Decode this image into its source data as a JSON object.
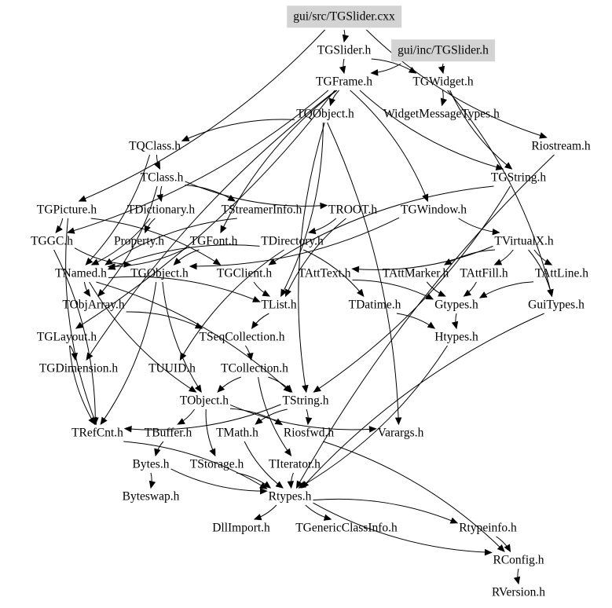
{
  "diagram": {
    "title": "gui/src/TGSlider.cxx include dependency graph",
    "colors": {
      "root_fill": "#d3d3d3",
      "edge": "#000000",
      "background": "#ffffff"
    },
    "nodes": [
      {
        "id": "TGSlider.cxx",
        "label": "gui/src/TGSlider.cxx",
        "root": true
      },
      {
        "id": "TGSlider.h",
        "label": "TGSlider.h"
      },
      {
        "id": "inc/TGSlider.h",
        "label": "gui/inc/TGSlider.h",
        "root": true
      },
      {
        "id": "TGFrame.h",
        "label": "TGFrame.h"
      },
      {
        "id": "TGWidget.h",
        "label": "TGWidget.h"
      },
      {
        "id": "TQObject.h",
        "label": "TQObject.h"
      },
      {
        "id": "WidgetMessageTypes.h",
        "label": "WidgetMessageTypes.h"
      },
      {
        "id": "TQClass.h",
        "label": "TQClass.h"
      },
      {
        "id": "Riostream.h",
        "label": "Riostream.h"
      },
      {
        "id": "TClass.h",
        "label": "TClass.h"
      },
      {
        "id": "TGString.h",
        "label": "TGString.h"
      },
      {
        "id": "TGPicture.h",
        "label": "TGPicture.h"
      },
      {
        "id": "TDictionary.h",
        "label": "TDictionary.h"
      },
      {
        "id": "TStreamerInfo.h",
        "label": "TStreamerInfo.h"
      },
      {
        "id": "TROOT.h",
        "label": "TROOT.h"
      },
      {
        "id": "TGWindow.h",
        "label": "TGWindow.h"
      },
      {
        "id": "TGGC.h",
        "label": "TGGC.h"
      },
      {
        "id": "Property.h",
        "label": "Property.h"
      },
      {
        "id": "TGFont.h",
        "label": "TGFont.h"
      },
      {
        "id": "TDirectory.h",
        "label": "TDirectory.h"
      },
      {
        "id": "TVirtualX.h",
        "label": "TVirtualX.h"
      },
      {
        "id": "TNamed.h",
        "label": "TNamed.h"
      },
      {
        "id": "TGObject.h",
        "label": "TGObject.h"
      },
      {
        "id": "TGClient.h",
        "label": "TGClient.h"
      },
      {
        "id": "TAttText.h",
        "label": "TAttText.h"
      },
      {
        "id": "TAttMarker.h",
        "label": "TAttMarker.h"
      },
      {
        "id": "TAttFill.h",
        "label": "TAttFill.h"
      },
      {
        "id": "TAttLine.h",
        "label": "TAttLine.h"
      },
      {
        "id": "TObjArray.h",
        "label": "TObjArray.h"
      },
      {
        "id": "TList.h",
        "label": "TList.h"
      },
      {
        "id": "TDatime.h",
        "label": "TDatime.h"
      },
      {
        "id": "Gtypes.h",
        "label": "Gtypes.h"
      },
      {
        "id": "GuiTypes.h",
        "label": "GuiTypes.h"
      },
      {
        "id": "TGLayout.h",
        "label": "TGLayout.h"
      },
      {
        "id": "TSeqCollection.h",
        "label": "TSeqCollection.h"
      },
      {
        "id": "Htypes.h",
        "label": "Htypes.h"
      },
      {
        "id": "TGDimension.h",
        "label": "TGDimension.h"
      },
      {
        "id": "TUUID.h",
        "label": "TUUID.h"
      },
      {
        "id": "TCollection.h",
        "label": "TCollection.h"
      },
      {
        "id": "TObject.h",
        "label": "TObject.h"
      },
      {
        "id": "TString.h",
        "label": "TString.h"
      },
      {
        "id": "TRefCnt.h",
        "label": "TRefCnt.h"
      },
      {
        "id": "TBuffer.h",
        "label": "TBuffer.h"
      },
      {
        "id": "TMath.h",
        "label": "TMath.h"
      },
      {
        "id": "Riosfwd.h",
        "label": "Riosfwd.h"
      },
      {
        "id": "Varargs.h",
        "label": "Varargs.h"
      },
      {
        "id": "Bytes.h",
        "label": "Bytes.h"
      },
      {
        "id": "TStorage.h",
        "label": "TStorage.h"
      },
      {
        "id": "TIterator.h",
        "label": "TIterator.h"
      },
      {
        "id": "Byteswap.h",
        "label": "Byteswap.h"
      },
      {
        "id": "Rtypes.h",
        "label": "Rtypes.h"
      },
      {
        "id": "DllImport.h",
        "label": "DllImport.h"
      },
      {
        "id": "TGenericClassInfo.h",
        "label": "TGenericClassInfo.h"
      },
      {
        "id": "Rtypeinfo.h",
        "label": "Rtypeinfo.h"
      },
      {
        "id": "RConfig.h",
        "label": "RConfig.h"
      },
      {
        "id": "RVersion.h",
        "label": "RVersion.h"
      }
    ],
    "edges": [
      [
        "TGSlider.cxx",
        "TGSlider.h"
      ],
      [
        "TGSlider.cxx",
        "Riostream.h"
      ],
      [
        "TGSlider.cxx",
        "TGPicture.h"
      ],
      [
        "TGSlider.h",
        "TGFrame.h"
      ],
      [
        "TGSlider.h",
        "TGWidget.h"
      ],
      [
        "inc/TGSlider.h",
        "TGWidget.h"
      ],
      [
        "inc/TGSlider.h",
        "TGFrame.h"
      ],
      [
        "TGFrame.h",
        "TQObject.h"
      ],
      [
        "TGFrame.h",
        "TGWindow.h"
      ],
      [
        "TGFrame.h",
        "TGDimension.h"
      ],
      [
        "TGFrame.h",
        "TGGC.h"
      ],
      [
        "TGFrame.h",
        "TGFont.h"
      ],
      [
        "TGFrame.h",
        "TGLayout.h"
      ],
      [
        "TGFrame.h",
        "TGString.h"
      ],
      [
        "TGWidget.h",
        "WidgetMessageTypes.h"
      ],
      [
        "TGWidget.h",
        "TGString.h"
      ],
      [
        "TGWidget.h",
        "GuiTypes.h"
      ],
      [
        "TQObject.h",
        "TQClass.h"
      ],
      [
        "TQObject.h",
        "TList.h"
      ],
      [
        "TQObject.h",
        "TString.h"
      ],
      [
        "TQObject.h",
        "Varargs.h"
      ],
      [
        "TQClass.h",
        "TClass.h"
      ],
      [
        "TQClass.h",
        "TNamed.h"
      ],
      [
        "TClass.h",
        "TDictionary.h"
      ],
      [
        "TClass.h",
        "TStreamerInfo.h"
      ],
      [
        "TClass.h",
        "TROOT.h"
      ],
      [
        "TClass.h",
        "TObjArray.h"
      ],
      [
        "TDictionary.h",
        "Property.h"
      ],
      [
        "TDictionary.h",
        "TNamed.h"
      ],
      [
        "TStreamerInfo.h",
        "TNamed.h"
      ],
      [
        "TROOT.h",
        "TDirectory.h"
      ],
      [
        "TROOT.h",
        "TList.h"
      ],
      [
        "TGWindow.h",
        "TGObject.h"
      ],
      [
        "TGWindow.h",
        "TVirtualX.h"
      ],
      [
        "TGString.h",
        "TString.h"
      ],
      [
        "TGString.h",
        "TGClient.h"
      ],
      [
        "TGPicture.h",
        "TGGC.h"
      ],
      [
        "TGPicture.h",
        "TRefCnt.h"
      ],
      [
        "TGPicture.h",
        "TGClient.h"
      ],
      [
        "TGGC.h",
        "TGObject.h"
      ],
      [
        "TGGC.h",
        "TRefCnt.h"
      ],
      [
        "TGFont.h",
        "TGObject.h"
      ],
      [
        "TGFont.h",
        "TNamed.h"
      ],
      [
        "TDirectory.h",
        "TNamed.h"
      ],
      [
        "TDirectory.h",
        "TDatime.h"
      ],
      [
        "TDirectory.h",
        "TUUID.h"
      ],
      [
        "TVirtualX.h",
        "TAttText.h"
      ],
      [
        "TVirtualX.h",
        "TAttMarker.h"
      ],
      [
        "TVirtualX.h",
        "TAttFill.h"
      ],
      [
        "TVirtualX.h",
        "TAttLine.h"
      ],
      [
        "TVirtualX.h",
        "GuiTypes.h"
      ],
      [
        "TNamed.h",
        "TObjArray.h"
      ],
      [
        "TNamed.h",
        "TList.h"
      ],
      [
        "TNamed.h",
        "TObject.h"
      ],
      [
        "TNamed.h",
        "TString.h"
      ],
      [
        "TGObject.h",
        "TObject.h"
      ],
      [
        "TGObject.h",
        "TRefCnt.h"
      ],
      [
        "TGClient.h",
        "TList.h"
      ],
      [
        "TAttText.h",
        "Gtypes.h"
      ],
      [
        "TAttMarker.h",
        "Gtypes.h"
      ],
      [
        "TAttFill.h",
        "Gtypes.h"
      ],
      [
        "TAttLine.h",
        "Gtypes.h"
      ],
      [
        "TObjArray.h",
        "TSeqCollection.h"
      ],
      [
        "TList.h",
        "TSeqCollection.h"
      ],
      [
        "TDatime.h",
        "Htypes.h"
      ],
      [
        "Gtypes.h",
        "Htypes.h"
      ],
      [
        "TSeqCollection.h",
        "TCollection.h"
      ],
      [
        "TCollection.h",
        "TObject.h"
      ],
      [
        "TCollection.h",
        "TString.h"
      ],
      [
        "TCollection.h",
        "TIterator.h"
      ],
      [
        "TGLayout.h",
        "TGDimension.h"
      ],
      [
        "TGLayout.h",
        "TRefCnt.h"
      ],
      [
        "TObject.h",
        "TBuffer.h"
      ],
      [
        "TObject.h",
        "TStorage.h"
      ],
      [
        "TObject.h",
        "Riosfwd.h"
      ],
      [
        "TObject.h",
        "Varargs.h"
      ],
      [
        "TString.h",
        "TRefCnt.h"
      ],
      [
        "TString.h",
        "TMath.h"
      ],
      [
        "TString.h",
        "Riosfwd.h"
      ],
      [
        "TBuffer.h",
        "Bytes.h"
      ],
      [
        "Bytes.h",
        "Byteswap.h"
      ],
      [
        "Bytes.h",
        "Rtypes.h"
      ],
      [
        "TStorage.h",
        "Rtypes.h"
      ],
      [
        "TIterator.h",
        "Rtypes.h"
      ],
      [
        "TRefCnt.h",
        "Rtypes.h"
      ],
      [
        "TMath.h",
        "Rtypes.h"
      ],
      [
        "Riosfwd.h",
        "RConfig.h"
      ],
      [
        "GuiTypes.h",
        "Rtypes.h"
      ],
      [
        "Htypes.h",
        "Rtypes.h"
      ],
      [
        "Riostream.h",
        "Rtypes.h"
      ],
      [
        "Rtypes.h",
        "DllImport.h"
      ],
      [
        "Rtypes.h",
        "TGenericClassInfo.h"
      ],
      [
        "Rtypes.h",
        "Rtypeinfo.h"
      ],
      [
        "Rtypes.h",
        "RConfig.h"
      ],
      [
        "Rtypeinfo.h",
        "RConfig.h"
      ],
      [
        "RConfig.h",
        "RVersion.h"
      ]
    ]
  }
}
